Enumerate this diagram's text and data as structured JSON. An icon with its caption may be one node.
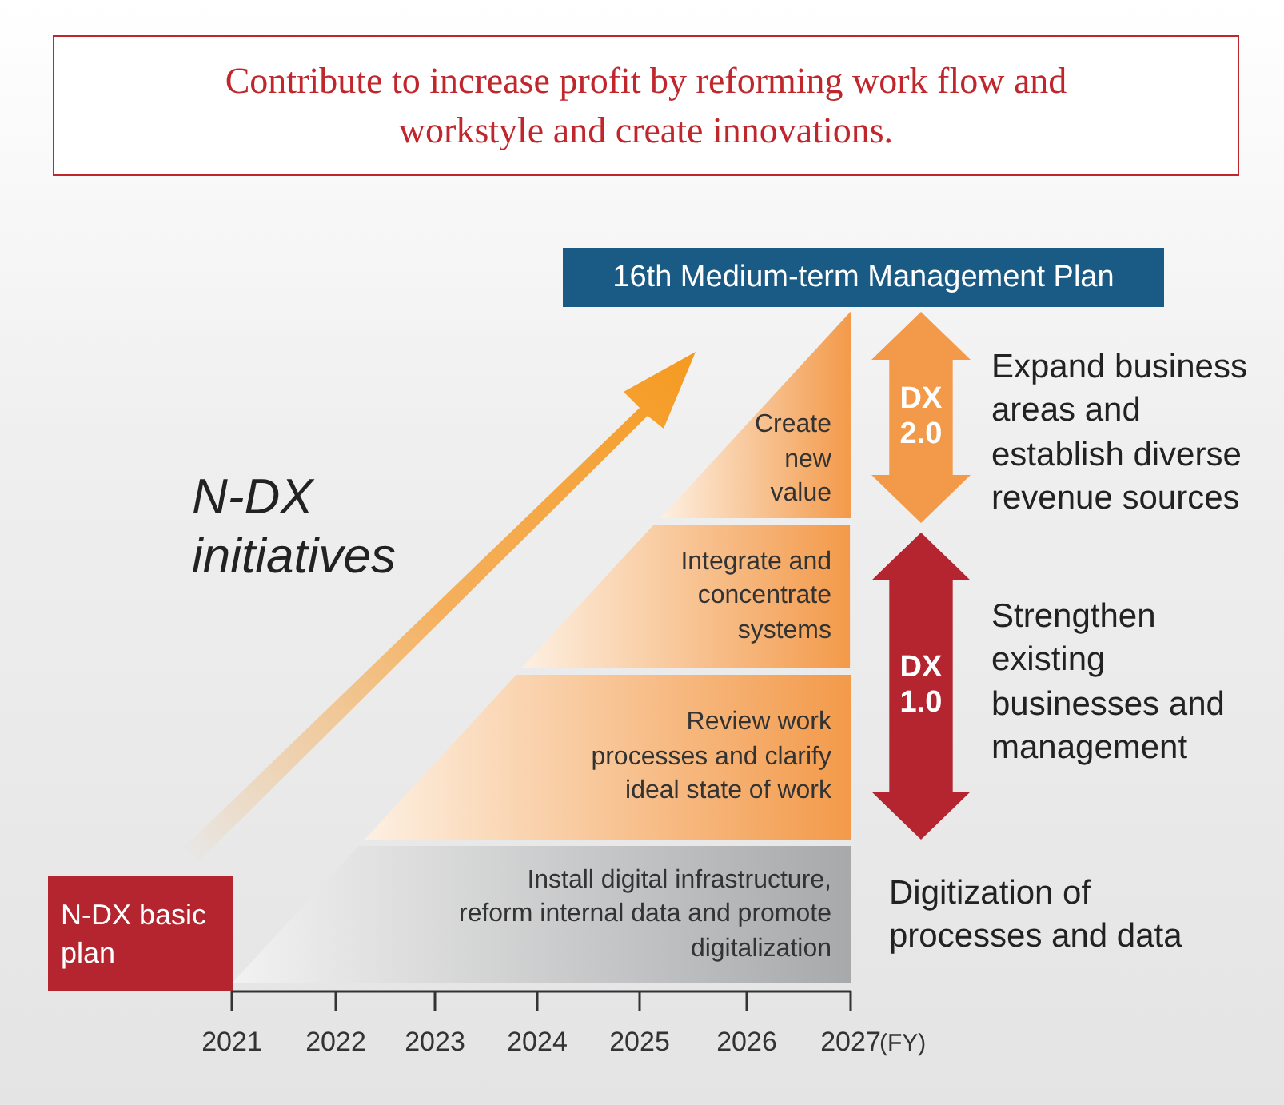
{
  "diagram": {
    "nodes": [
      {
        "text": [
          "Contribute to increase profit by reforming work flow and workstyle and create innovations."
        ]
      },
      {
        "text": [
          "16th Medium-term Management Plan"
        ]
      },
      {
        "text": [
          "Create new value"
        ]
      },
      {
        "text": [
          "Integrate and concentrate systems"
        ]
      },
      {
        "text": [
          "Review work processes and clarify ideal state of work"
        ]
      },
      {
        "text": [
          "Install digital infrastructure, reform internal data and promote digitalization"
        ],
        "beside": [
          "Digitization of processes and data"
        ]
      },
      {
        "text": [
          "N-DX basic plan"
        ]
      },
      {
        "text": [
          "DX 2.0"
        ],
        "beside": [
          "Expand business areas and establish diverse revenue sources"
        ]
      },
      {
        "text": [
          "DX 1.0"
        ],
        "beside": [
          "Strengthen existing businesses and management"
        ]
      }
    ],
    "labels": [
      "N-DX initiatives",
      "2021",
      "2022",
      "2023",
      "2024",
      "2025",
      "2026",
      "2027",
      "(FY)"
    ]
  }
}
